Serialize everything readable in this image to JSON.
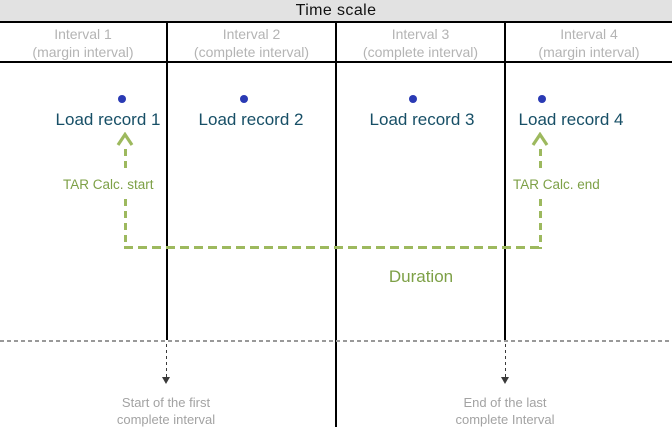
{
  "title": "Time scale",
  "intervals": [
    {
      "name": "Interval 1",
      "qualifier": "(margin interval)"
    },
    {
      "name": "Interval 2",
      "qualifier": "(complete interval)"
    },
    {
      "name": "Interval 3",
      "qualifier": "(complete interval)"
    },
    {
      "name": "Interval 4",
      "qualifier": "(margin interval)"
    }
  ],
  "records": [
    {
      "label": "Load record 1"
    },
    {
      "label": "Load record 2"
    },
    {
      "label": "Load record 3"
    },
    {
      "label": "Load record 4"
    }
  ],
  "tar": {
    "start_label": "TAR Calc. start",
    "end_label": "TAR Calc. end"
  },
  "duration_label": "Duration",
  "notes": {
    "start": {
      "line1": "Start of the first",
      "line2": "complete interval"
    },
    "end": {
      "line1": "End of the last",
      "line2": "complete Interval"
    }
  },
  "colors": {
    "header_bg": "#e2e2e2",
    "border": "#000000",
    "interval_text": "#b4b4b4",
    "record_text": "#174f66",
    "dot_blue": "#2a3ab4",
    "green_line": "#9db95e",
    "green_text": "#7da046",
    "note_text": "#a3a3a3",
    "arrow_dark": "#3a3a3a",
    "dotted_line": "#999999"
  }
}
